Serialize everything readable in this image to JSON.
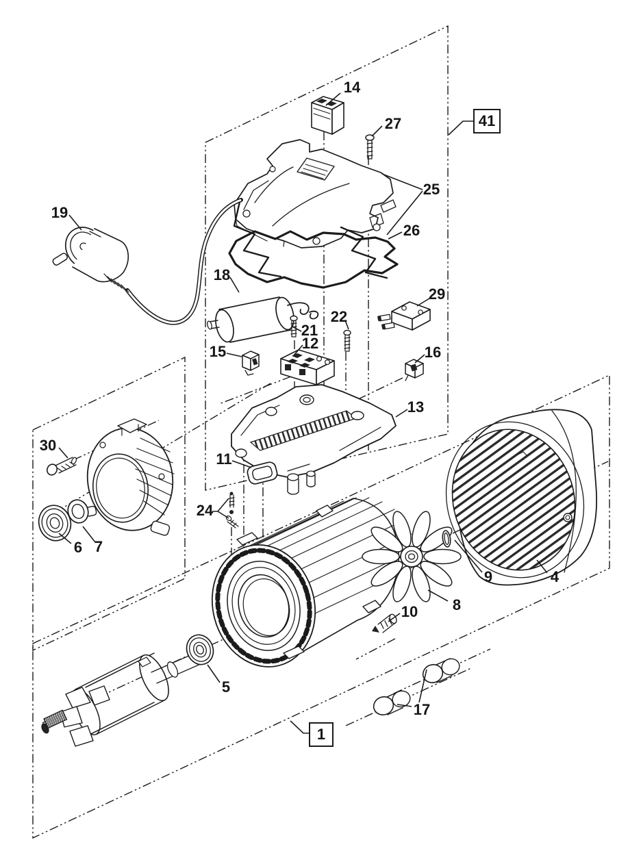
{
  "canvas": {
    "background": "#ffffff",
    "line_color": "#1b1b1b"
  },
  "labels": {
    "p1": "1",
    "p4": "4",
    "p5": "5",
    "p6": "6",
    "p7": "7",
    "p8": "8",
    "p9": "9",
    "p10": "10",
    "p11": "11",
    "p12": "12",
    "p13": "13",
    "p14": "14",
    "p15": "15",
    "p16": "16",
    "p17": "17",
    "p18": "18",
    "p19": "19",
    "p21": "21",
    "p22": "22",
    "p24": "24",
    "p25": "25",
    "p26": "26",
    "p27": "27",
    "p29": "29",
    "p30": "30",
    "p41": "41"
  }
}
